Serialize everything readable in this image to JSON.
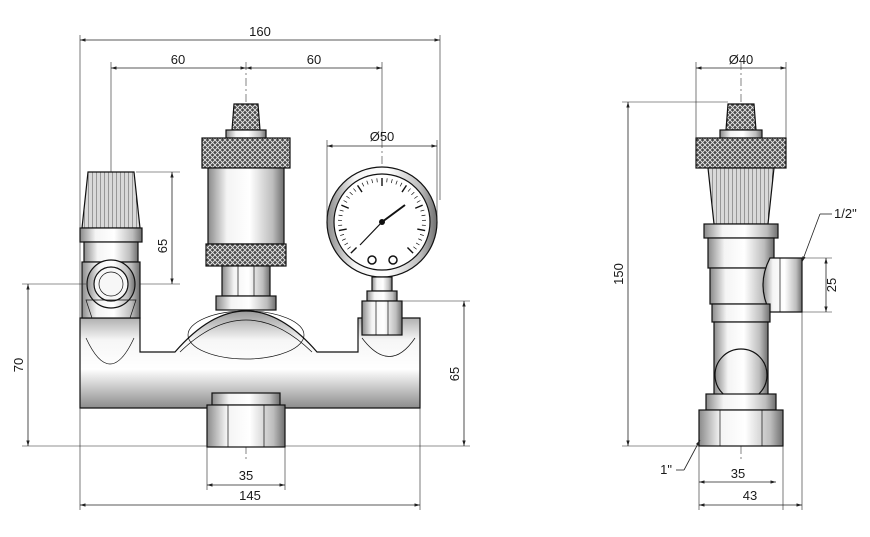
{
  "front_view": {
    "dim_total_width": "160",
    "dim_left_spacing": "60",
    "dim_right_spacing": "60",
    "dim_gauge_diameter": "Ø50",
    "dim_valve_height": "65",
    "dim_left_height": "70",
    "dim_right_height": "65",
    "dim_bottom_port": "35",
    "dim_body_width": "145"
  },
  "side_view": {
    "dim_top_diameter": "Ø40",
    "dim_total_height": "150",
    "dim_thread_top": "1/2\"",
    "dim_port_height": "25",
    "dim_thread_bottom": "1\"",
    "dim_port_width": "35",
    "dim_total_width": "43"
  },
  "colors": {
    "line": "#111111",
    "metal_light": "#f2f2f2",
    "metal_mid": "#c8c8c8",
    "metal_dark": "#7a7a7a",
    "knurl": "#3a3a3a"
  }
}
